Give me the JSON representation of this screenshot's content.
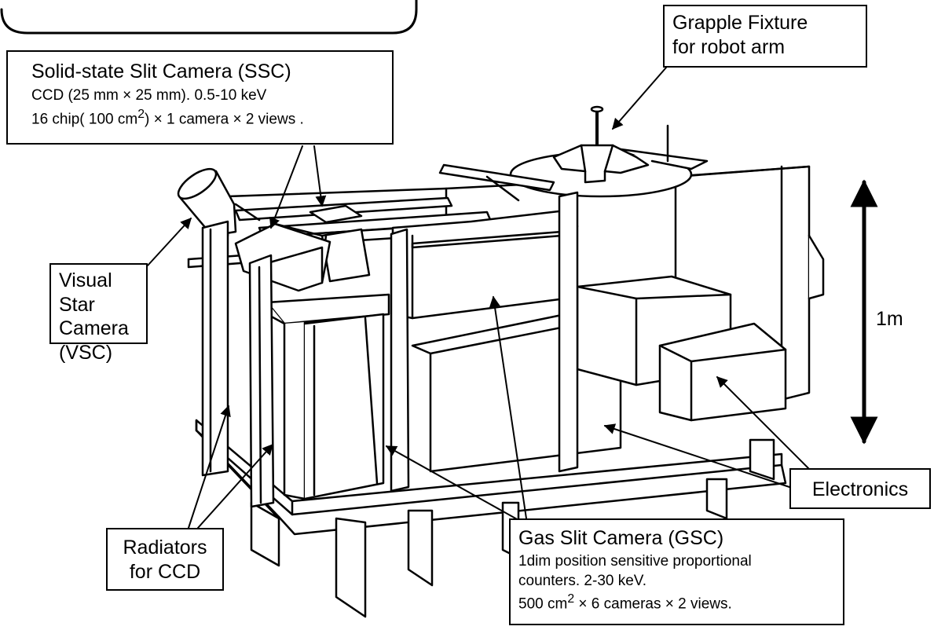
{
  "labels": {
    "ssc": {
      "title": "Solid-state Slit Camera (SSC)",
      "line1": "CCD (25 mm × 25 mm).  0.5-10 keV",
      "line2_pre": "16 chip( 100 cm",
      "line2_sup": "2",
      "line2_post": ") × 1 camera × 2 views ."
    },
    "grapple": {
      "line1": "Grapple Fixture",
      "line2": "for robot arm"
    },
    "vsc": {
      "line1": "Visual Star",
      "line2": "Camera",
      "line3": "(VSC)"
    },
    "scale": "1m",
    "electronics": "Electronics",
    "radiators": {
      "line1": "Radiators",
      "line2": "for CCD"
    },
    "gsc": {
      "title": "Gas Slit Camera (GSC)",
      "line1": "1dim position sensitive proportional",
      "line2": "counters.  2-30 keV.",
      "line3_pre": "500 cm",
      "line3_sup": "2",
      "line3_post": " × 6 cameras × 2 views."
    }
  },
  "colors": {
    "stroke": "#000000",
    "fill": "#ffffff"
  }
}
